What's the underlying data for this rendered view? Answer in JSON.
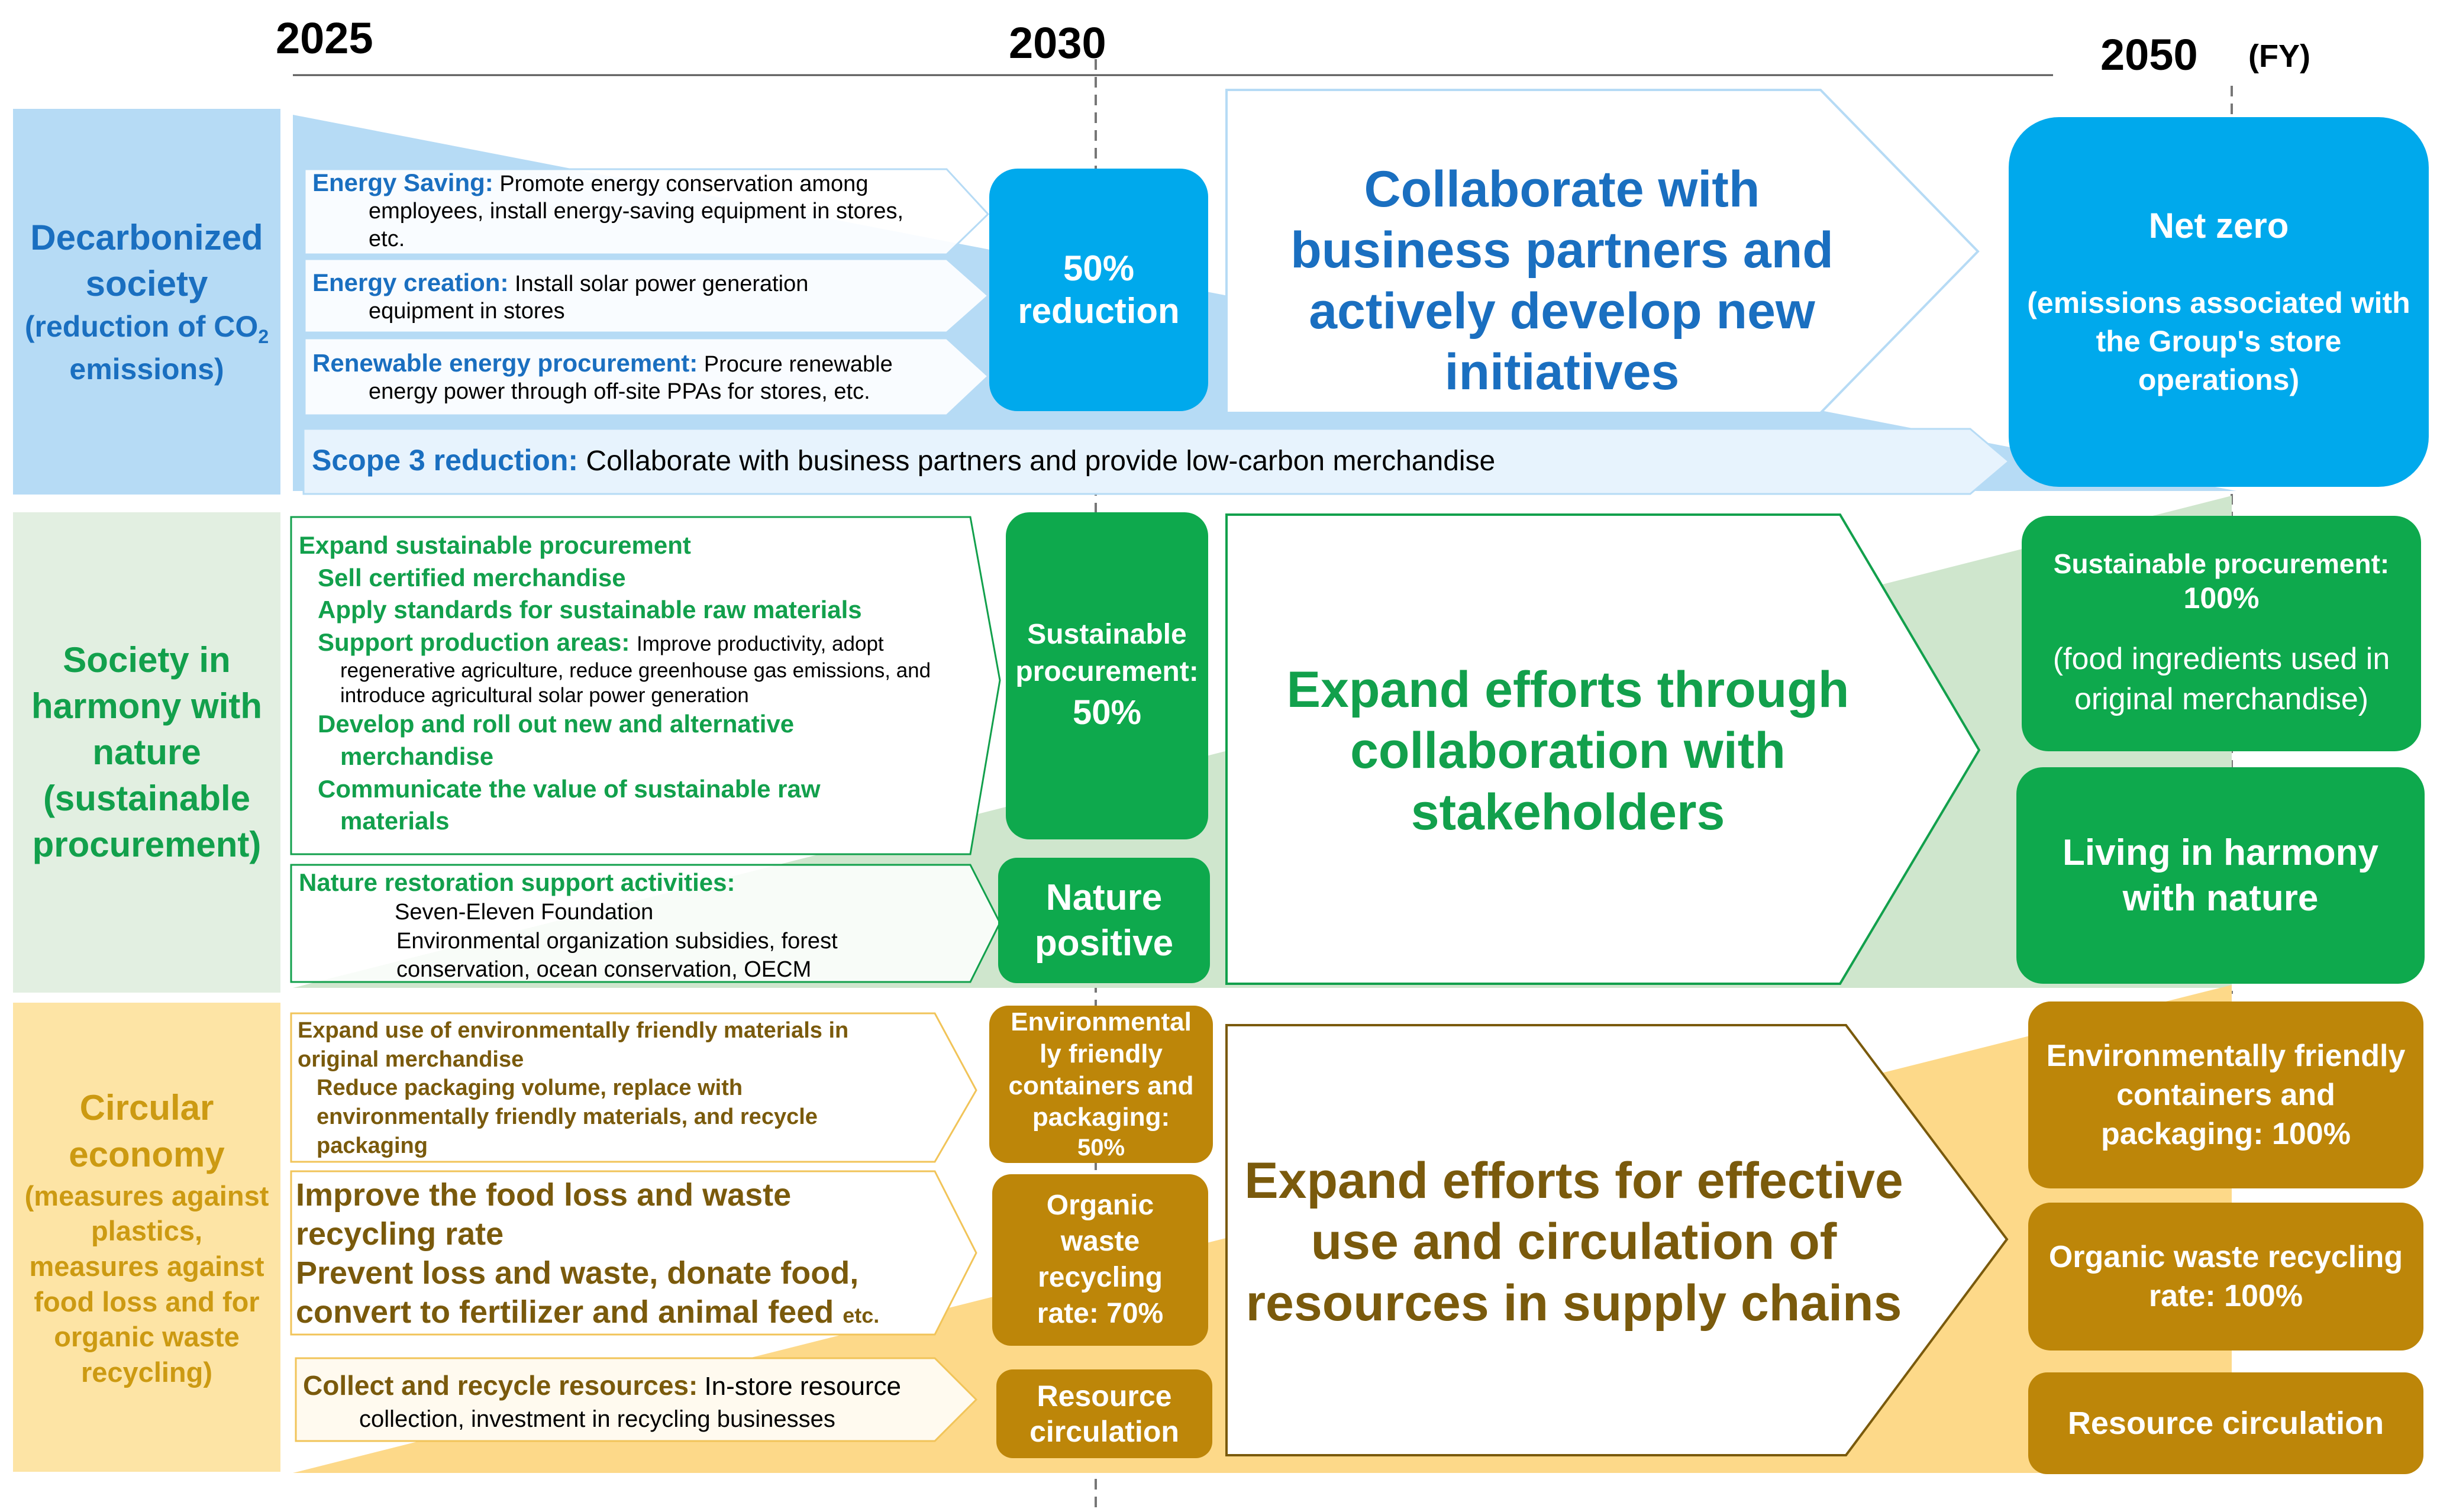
{
  "timeline": {
    "year_start": "2025",
    "year_mid": "2030",
    "year_end": "2050",
    "unit": "(FY)"
  },
  "colors": {
    "blue_label": "#1a6fc0",
    "blue_pill": "#00a9ec",
    "blue_panel": "#b6dbf5",
    "green_label": "#12a04c",
    "green_pill": "#0ea94d",
    "green_panel": "#e2efe1",
    "brown_label": "#7a5a0c",
    "gold_pill": "#bd8609",
    "gold_panel": "#fde4a5"
  },
  "rows": {
    "decarbonized": {
      "title": "Decarbonized society",
      "subtitle_pre": "(reduction of CO",
      "subtitle_sub": "2",
      "subtitle_post": " emissions)",
      "items": [
        {
          "label": "Energy Saving:",
          "text1": "Promote energy conservation among",
          "text2": "employees, install energy-saving equipment in stores,",
          "text3": "etc."
        },
        {
          "label": "Energy creation:",
          "text1": "Install solar power generation",
          "text2": "equipment in stores"
        },
        {
          "label": "Renewable energy procurement:",
          "text1": "Procure renewable",
          "text2": "energy power through off-site PPAs for stores, etc."
        }
      ],
      "scope3_label": "Scope 3 reduction:",
      "scope3_text": "Collaborate with business partners and provide low-carbon merchandise",
      "milestone_2030_line1": "50%",
      "milestone_2030_line2": "reduction",
      "arrow_text": "Collaborate with business partners and actively develop new initiatives",
      "goal_title": "Net zero",
      "goal_sub": "(emissions associated with the Group's store operations)"
    },
    "nature": {
      "title": "Society in harmony with nature (sustainable procurement)",
      "proc_head": "Expand sustainable procurement",
      "proc_l1": "Sell certified merchandise",
      "proc_l2": "Apply standards for sustainable raw materials",
      "proc_l3_label": "Support production areas:",
      "proc_l3_text1": "Improve productivity, adopt",
      "proc_l3_text2": "regenerative agriculture, reduce greenhouse gas emissions, and",
      "proc_l3_text3": "introduce agricultural solar power generation",
      "proc_l4a": "Develop and roll out new and alternative",
      "proc_l4b": "merchandise",
      "proc_l5a": "Communicate the value of sustainable raw",
      "proc_l5b": "materials",
      "rest_label": "Nature restoration support activities:",
      "rest_l1": "Seven-Eleven Foundation",
      "rest_l2": "Environmental organization subsidies, forest",
      "rest_l3": "conservation, ocean conservation, OECM",
      "milestone_proc_l1": "Sustainable",
      "milestone_proc_l2": "procurement:",
      "milestone_proc_l3": "50%",
      "milestone_nature": "Nature positive",
      "arrow_text": "Expand efforts through collaboration with stakeholders",
      "goal1_title": "Sustainable procurement:",
      "goal1_value": "100%",
      "goal1_sub": "(food ingredients used in original merchandise)",
      "goal2": "Living in harmony with nature"
    },
    "circular": {
      "title": "Circular economy",
      "subtitle": "(measures against plastics, measures against food loss and for organic waste recycling)",
      "pack_head1": "Expand use of environmentally friendly materials in",
      "pack_head2": "original merchandise",
      "pack_l1": "Reduce packaging volume, replace with",
      "pack_l2": "environmentally friendly materials, and recycle",
      "pack_l3": "packaging",
      "food_l1": "Improve the food loss and waste",
      "food_l2": "recycling rate",
      "food_l3": "Prevent loss and waste, donate food,",
      "food_l4": "convert to fertilizer and animal feed",
      "food_etc": "etc.",
      "res_label": "Collect and recycle resources:",
      "res_text1": "In-store resource",
      "res_text2": "collection, investment in recycling businesses",
      "milestone_pack_l1": "Environmental",
      "milestone_pack_l2": "ly friendly",
      "milestone_pack_l3": "containers and",
      "milestone_pack_l4": "packaging:",
      "milestone_pack_l5": "50%",
      "milestone_org_l1": "Organic",
      "milestone_org_l2": "waste",
      "milestone_org_l3": "recycling",
      "milestone_org_l4": "rate: 70%",
      "milestone_res_l1": "Resource",
      "milestone_res_l2": "circulation",
      "arrow_text": "Expand efforts for effective use and circulation of resources in supply chains",
      "goal1": "Environmentally friendly containers and packaging: 100%",
      "goal2": "Organic waste recycling rate: 100%",
      "goal3": "Resource circulation"
    }
  }
}
